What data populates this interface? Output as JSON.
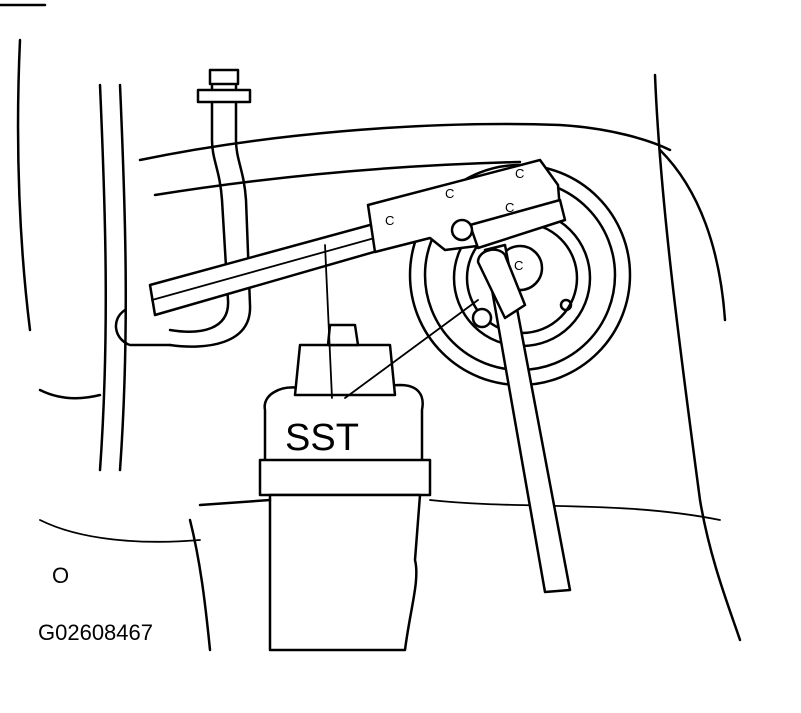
{
  "diagram": {
    "callout_label": "SST",
    "view_marker": "O",
    "figure_code": "G02608467"
  }
}
